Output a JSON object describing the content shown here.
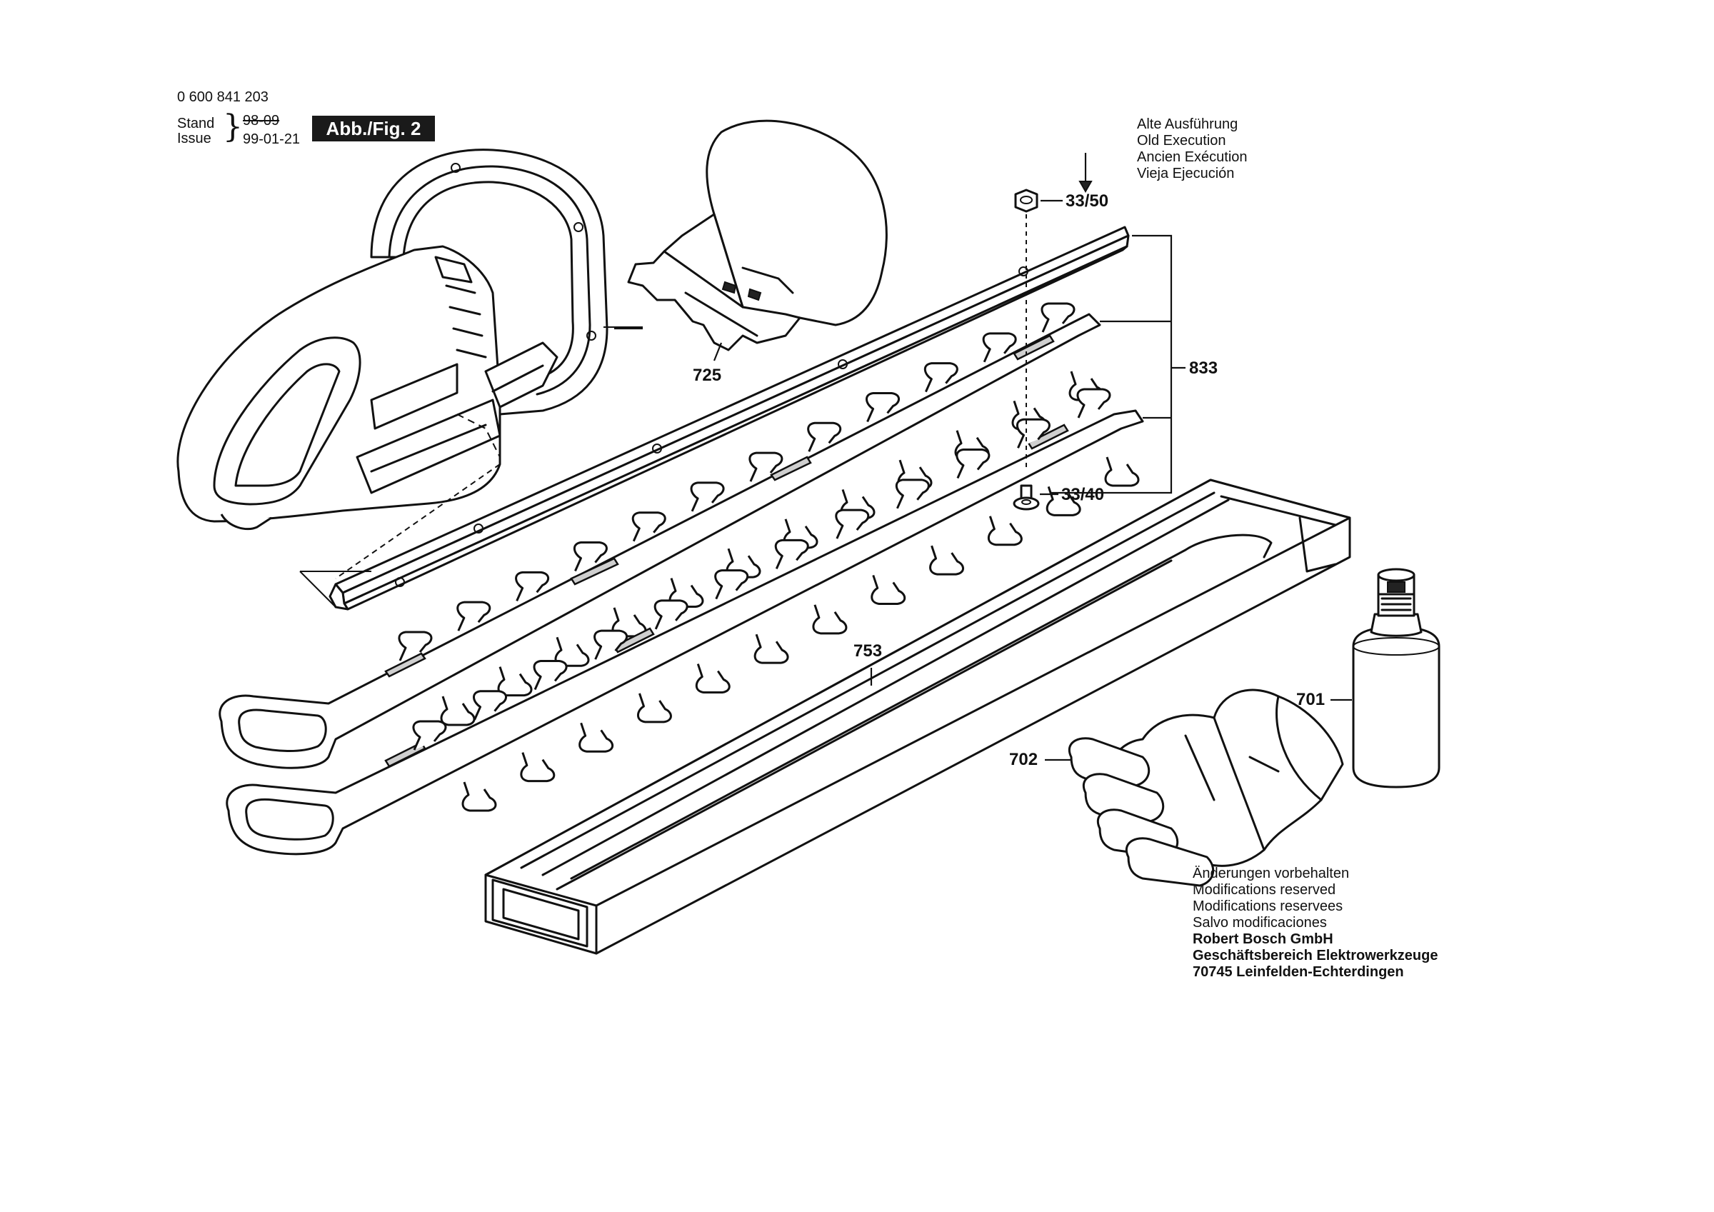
{
  "header": {
    "part_number": "0 600 841 203",
    "stand_label": "Stand",
    "issue_label": "Issue",
    "old_date": "98-09",
    "issue_date": "99-01-21",
    "figure": "Abb./Fig. 2"
  },
  "old_execution_note": [
    "Alte Ausführung",
    "Old Execution",
    "Ancien Exécution",
    "Vieja Ejecución"
  ],
  "callouts": {
    "nut": "33/50",
    "screw": "33/40",
    "blade_set": "833",
    "guard": "725",
    "sheath": "753",
    "oil": "701",
    "gloves": "702"
  },
  "footer": {
    "modifications": [
      "Änderungen vorbehalten",
      "Modifications reserved",
      "Modifications reservees",
      "Salvo modificaciones"
    ],
    "company": [
      "Robert Bosch GmbH",
      "Geschäftsbereich Elektrowerkzeuge",
      "70745 Leinfelden-Echterdingen"
    ]
  },
  "colors": {
    "ink": "#111111",
    "badge": "#1a1a1a",
    "paper": "#ffffff"
  }
}
